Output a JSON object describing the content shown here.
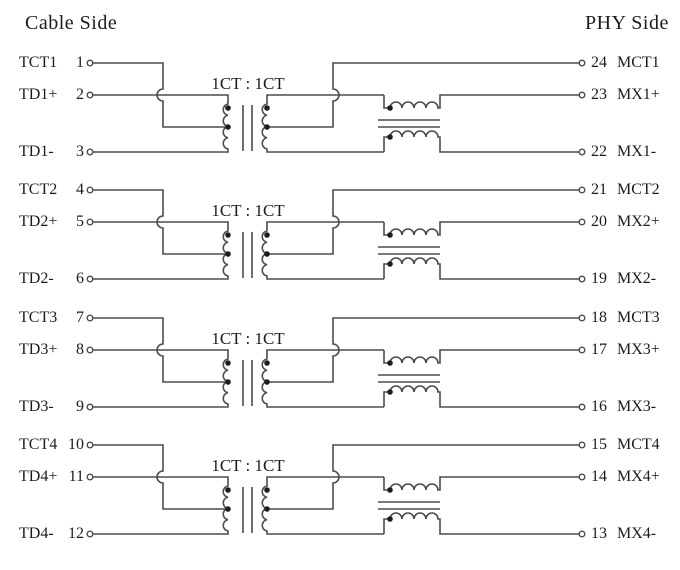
{
  "header": {
    "left": "Cable Side",
    "right": "PHY Side"
  },
  "colors": {
    "wire": "#4d4d4d",
    "text": "#1c1c1c",
    "dot": "#1e1e1e",
    "background": "#ffffff"
  },
  "channels": [
    {
      "ratio_label": "1CT : 1CT",
      "cable_pins": [
        {
          "name": "TCT1",
          "pin": "1"
        },
        {
          "name": "TD1+",
          "pin": "2"
        },
        {
          "name": "TD1-",
          "pin": "3"
        }
      ],
      "phy_pins": [
        {
          "pin": "24",
          "name": "MCT1"
        },
        {
          "pin": "23",
          "name": "MX1+"
        },
        {
          "pin": "22",
          "name": "MX1-"
        }
      ]
    },
    {
      "ratio_label": "1CT : 1CT",
      "cable_pins": [
        {
          "name": "TCT2",
          "pin": "4"
        },
        {
          "name": "TD2+",
          "pin": "5"
        },
        {
          "name": "TD2-",
          "pin": "6"
        }
      ],
      "phy_pins": [
        {
          "pin": "21",
          "name": "MCT2"
        },
        {
          "pin": "20",
          "name": "MX2+"
        },
        {
          "pin": "19",
          "name": "MX2-"
        }
      ]
    },
    {
      "ratio_label": "1CT : 1CT",
      "cable_pins": [
        {
          "name": "TCT3",
          "pin": "7"
        },
        {
          "name": "TD3+",
          "pin": "8"
        },
        {
          "name": "TD3-",
          "pin": "9"
        }
      ],
      "phy_pins": [
        {
          "pin": "18",
          "name": "MCT3"
        },
        {
          "pin": "17",
          "name": "MX3+"
        },
        {
          "pin": "16",
          "name": "MX3-"
        }
      ]
    },
    {
      "ratio_label": "1CT : 1CT",
      "cable_pins": [
        {
          "name": "TCT4",
          "pin": "10"
        },
        {
          "name": "TD4+",
          "pin": "11"
        },
        {
          "name": "TD4-",
          "pin": "12"
        }
      ],
      "phy_pins": [
        {
          "pin": "15",
          "name": "MCT4"
        },
        {
          "pin": "14",
          "name": "MX4+"
        },
        {
          "pin": "13",
          "name": "MX4-"
        }
      ]
    }
  ]
}
